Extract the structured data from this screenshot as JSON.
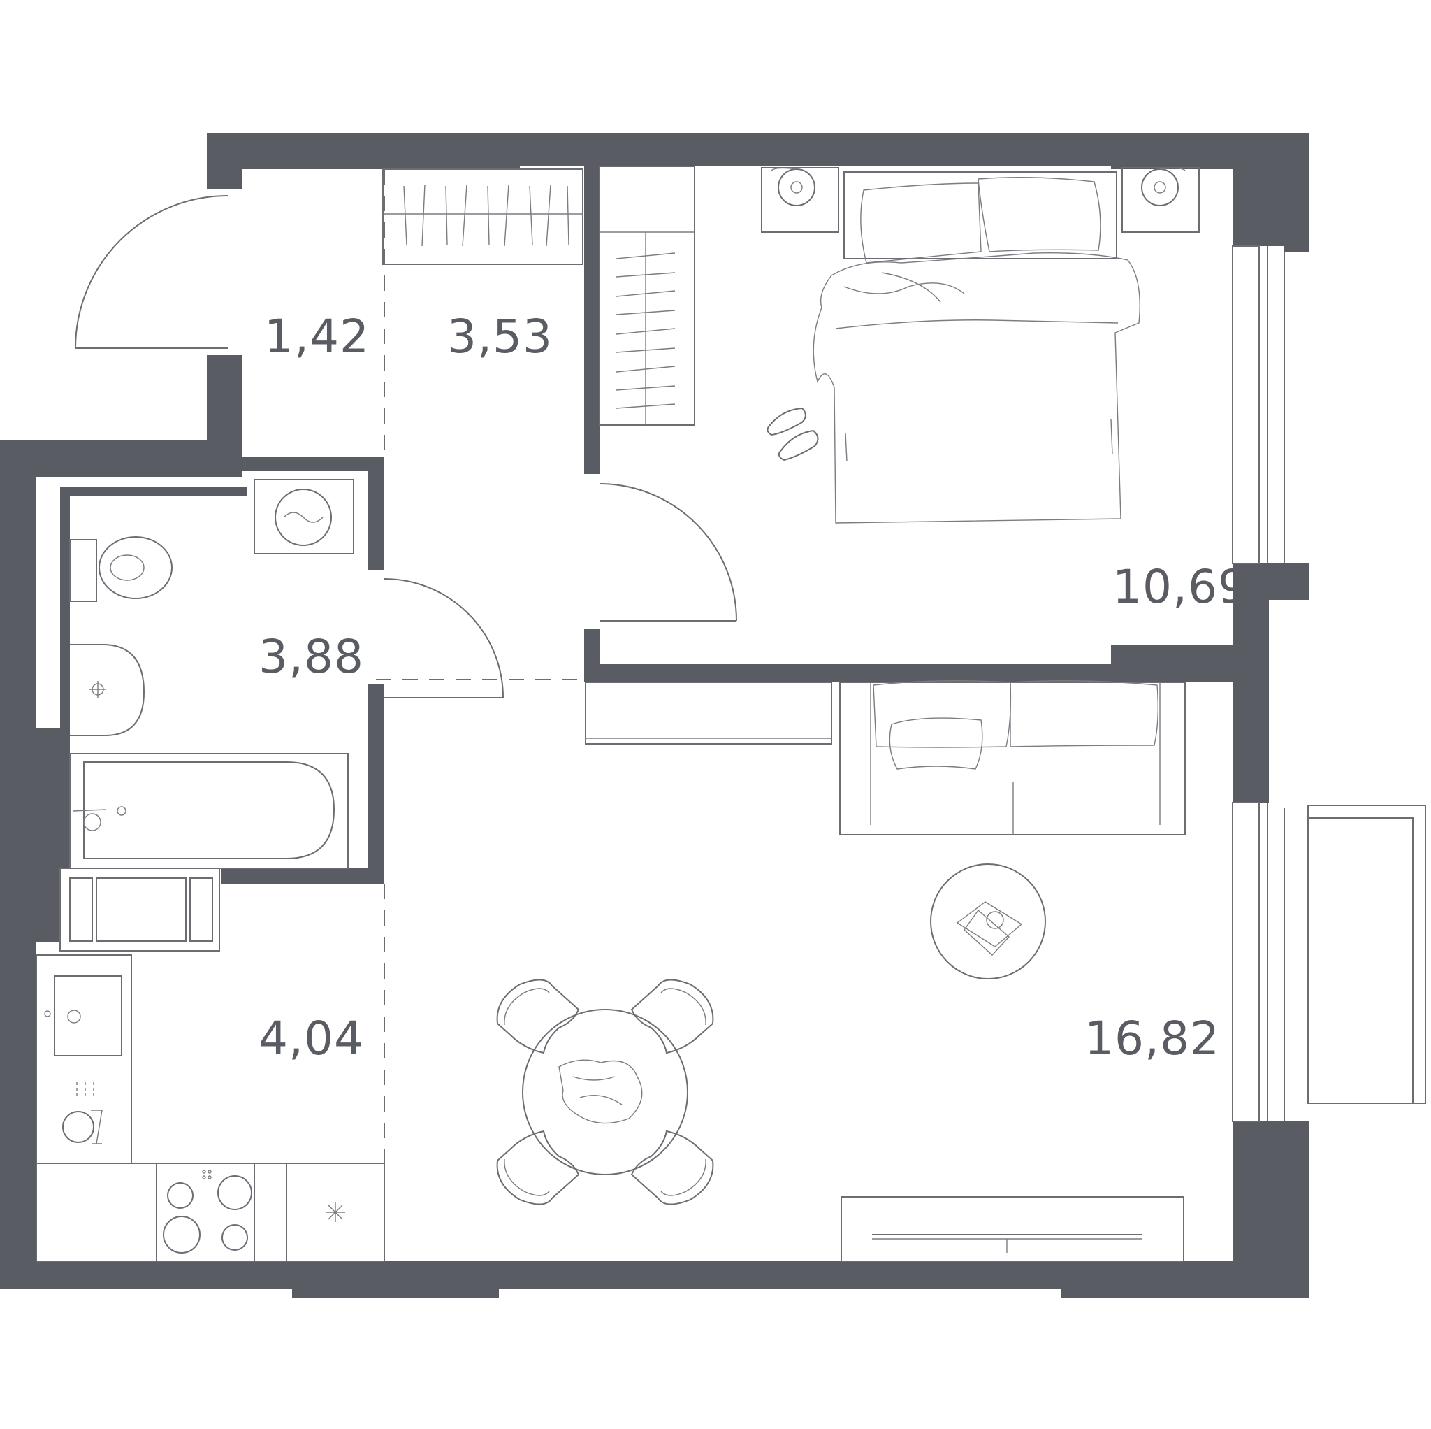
{
  "rooms": [
    {
      "id": "hall",
      "area": "1,42"
    },
    {
      "id": "corridor",
      "area": "3,53"
    },
    {
      "id": "bedroom",
      "area": "10,69"
    },
    {
      "id": "bathroom",
      "area": "3,88"
    },
    {
      "id": "kitchen",
      "area": "4,04"
    },
    {
      "id": "living-room",
      "area": "16,82"
    }
  ],
  "colors": {
    "wall": "#5a5c63",
    "furniture_stroke": "#6b6d73",
    "background": "#ffffff"
  }
}
